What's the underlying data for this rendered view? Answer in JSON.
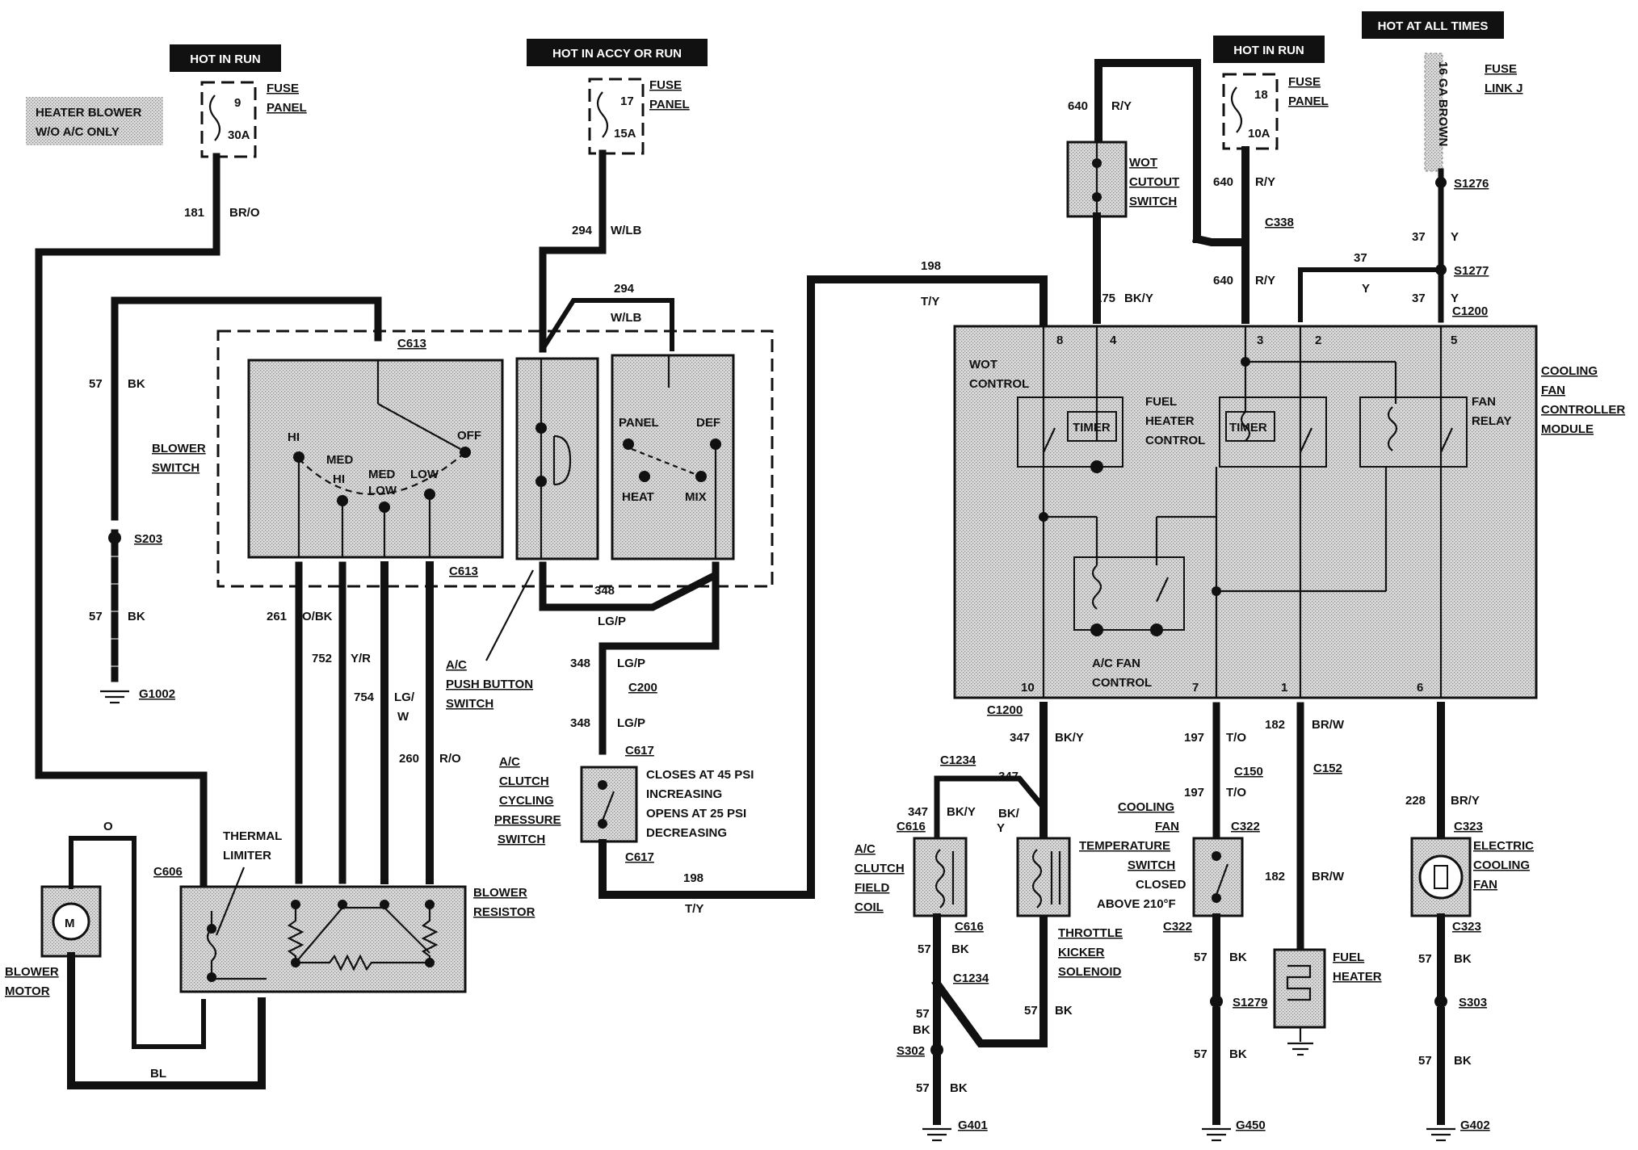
{
  "hot_banners": {
    "blower_run": "HOT IN RUN",
    "accy_or_run": "HOT IN ACCY OR RUN",
    "fan_run": "HOT IN RUN",
    "all_times": "HOT AT ALL TIMES"
  },
  "note": {
    "line1": "HEATER BLOWER",
    "line2": "W/O A/C ONLY"
  },
  "fuses": {
    "f9": {
      "num": "9",
      "amp": "30A",
      "label1": "FUSE",
      "label2": "PANEL"
    },
    "f17": {
      "num": "17",
      "amp": "15A",
      "label1": "FUSE",
      "label2": "PANEL"
    },
    "f18": {
      "num": "18",
      "amp": "10A",
      "label1": "FUSE",
      "label2": "PANEL"
    },
    "link_j": {
      "label1": "FUSE",
      "label2": "LINK J",
      "wire": "16 GA BROWN"
    }
  },
  "wires": {
    "w181": "181",
    "w181c": "BR/O",
    "w57a": "57",
    "w57ac": "BK",
    "w57b": "57",
    "w57bc": "BK",
    "w294a": "294",
    "w294ac": "W/LB",
    "w294b": "294",
    "w294bc": "W/LB",
    "w261": "261",
    "w261c": "O/BK",
    "w752": "752",
    "w752c": "Y/R",
    "w754": "754",
    "w754c1": "LG/",
    "w754c2": "W",
    "w260": "260",
    "w260c": "R/O",
    "w348a": "348",
    "w348b": "348",
    "w348bc": "LG/P",
    "w348ac": "LG/P",
    "w348c": "348",
    "w348cc": "LG/P",
    "w198a": "198",
    "w198ac": "T/Y",
    "w198b": "198",
    "w198bc": "T/Y",
    "wO": "O",
    "wBL": "BL",
    "w640a": "640",
    "w640ac": "R/Y",
    "w640b": "640",
    "w640bc": "R/Y",
    "w640c": "640",
    "w640cc": "R/Y",
    "w175": "175",
    "w175c": "BK/Y",
    "w37a": "37",
    "w37ac": "Y",
    "w37b": "37",
    "w37bc": "Y",
    "w37c": "37",
    "w37cc": "Y",
    "w347a": "347",
    "w347ac": "BK/Y",
    "w347b": "347",
    "w347bc": "BK/Y",
    "w347c": "347",
    "w347cc1": "BK/",
    "w347cc2": "Y",
    "w197a": "197",
    "w197ac": "T/O",
    "w197b": "197",
    "w197bc": "T/O",
    "w182a": "182",
    "w182ac": "BR/W",
    "w182b": "182",
    "w182bc": "BR/W",
    "w228": "228",
    "w228c": "BR/Y",
    "w57c": "57",
    "w57cc": "BK",
    "w57d": "57",
    "w57dc": "BK",
    "w57e": "57",
    "w57ec": "BK",
    "w57f": "57",
    "w57fc": "BK",
    "w57g": "57",
    "w57gc": "BK",
    "w57h": "57",
    "w57hc": "BK",
    "w57i": "57",
    "w57ic": "BK",
    "w57j": "57",
    "w57jc": "BK"
  },
  "connectors": {
    "c613a": "C613",
    "c613b": "C613",
    "c606": "C606",
    "c200": "C200",
    "c617a": "C617",
    "c617b": "C617",
    "c338": "C338",
    "c1200a": "C1200",
    "c1200b": "C1200",
    "c1234a": "C1234",
    "c1234b": "C1234",
    "c616a": "C616",
    "c616b": "C616",
    "c150": "C150",
    "c152": "C152",
    "c322a": "C322",
    "c322b": "C322",
    "c323a": "C323",
    "c323b": "C323"
  },
  "splices": {
    "s203": "S203",
    "s1276": "S1276",
    "s1277": "S1277",
    "s302": "S302",
    "s1279": "S1279",
    "s303": "S303"
  },
  "grounds": {
    "g1002": "G1002",
    "g401": "G401",
    "g450": "G450",
    "g402": "G402"
  },
  "components": {
    "blower_switch": {
      "l1": "BLOWER",
      "l2": "SWITCH"
    },
    "blower_pos": {
      "hi": "HI",
      "med_hi_1": "MED",
      "med_hi_2": "HI",
      "med_low_1": "MED",
      "med_low_2": "LOW",
      "low": "LOW",
      "off": "OFF"
    },
    "push_button": {
      "l1": "A/C",
      "l2": "PUSH BUTTON",
      "l3": "SWITCH"
    },
    "mode": {
      "panel": "PANEL",
      "def": "DEF",
      "heat": "HEAT",
      "mix": "MIX"
    },
    "blower_resistor": {
      "l1": "BLOWER",
      "l2": "RESISTOR"
    },
    "thermal_limiter": {
      "l1": "THERMAL",
      "l2": "LIMITER"
    },
    "blower_motor": {
      "l1": "BLOWER",
      "l2": "MOTOR",
      "symbol": "M"
    },
    "cycling_switch": {
      "l1": "A/C",
      "l2": "CLUTCH",
      "l3": "CYCLING",
      "l4": "PRESSURE",
      "l5": "SWITCH"
    },
    "cycling_desc": {
      "l1": "CLOSES AT 45 PSI",
      "l2": "INCREASING",
      "l3": "OPENS AT 25 PSI",
      "l4": "DECREASING"
    },
    "wot_switch": {
      "l1": "WOT",
      "l2": "CUTOUT",
      "l3": "SWITCH"
    },
    "module": {
      "l1": "COOLING",
      "l2": "FAN",
      "l3": "CONTROLLER",
      "l4": "MODULE"
    },
    "module_inner": {
      "wot1": "WOT",
      "wot2": "CONTROL",
      "fuel1": "FUEL",
      "fuel2": "HEATER",
      "fuel3": "CONTROL",
      "timer1": "TIMER",
      "timer2": "TIMER",
      "fan1": "FAN",
      "fan2": "RELAY",
      "acfan1": "A/C FAN",
      "acfan2": "CONTROL"
    },
    "pins": {
      "p8": "8",
      "p4": "4",
      "p3": "3",
      "p2": "2",
      "p5": "5",
      "p10": "10",
      "p7": "7",
      "p1": "1",
      "p6": "6"
    },
    "clutch_coil": {
      "l1": "A/C",
      "l2": "CLUTCH",
      "l3": "FIELD",
      "l4": "COIL"
    },
    "throttle_kicker": {
      "l1": "THROTTLE",
      "l2": "KICKER",
      "l3": "SOLENOID"
    },
    "temp_switch": {
      "l1": "COOLING",
      "l2": "FAN",
      "l3": "TEMPERATURE",
      "l4": "SWITCH",
      "l5": "CLOSED",
      "l6": "ABOVE 210°F"
    },
    "fuel_heater": {
      "l1": "FUEL",
      "l2": "HEATER"
    },
    "electric_fan": {
      "l1": "ELECTRIC",
      "l2": "COOLING",
      "l3": "FAN"
    }
  }
}
